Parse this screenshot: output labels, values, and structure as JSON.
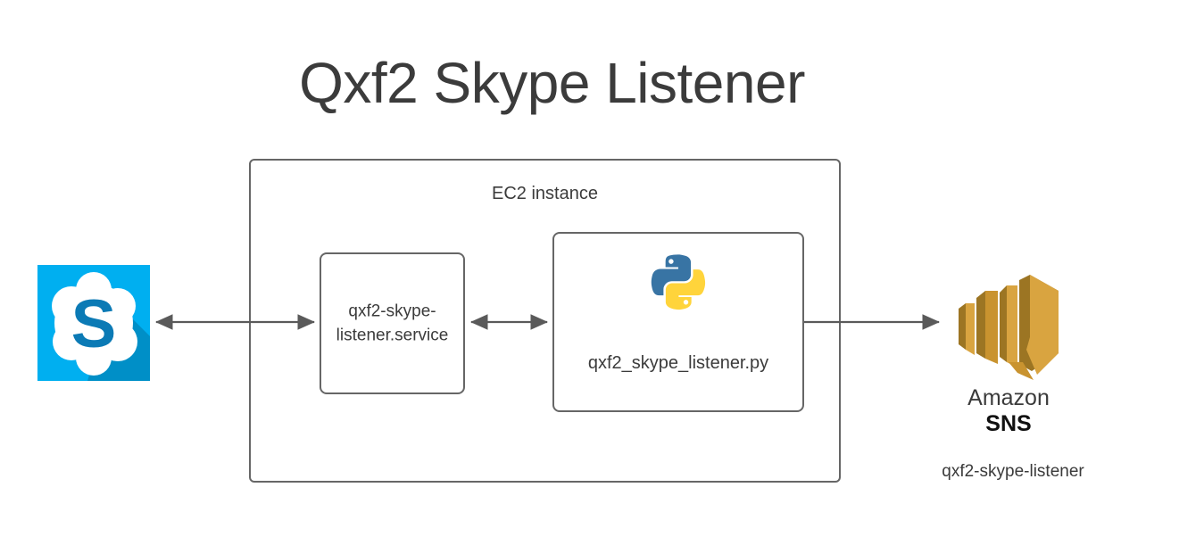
{
  "title": "Qxf2 Skype Listener",
  "container": {
    "label": "EC2 instance"
  },
  "nodes": {
    "skype": {
      "icon": "skype-icon",
      "letter": "S"
    },
    "service": {
      "line1": "qxf2-skype-",
      "line2": "listener.service"
    },
    "python": {
      "icon": "python-logo-icon",
      "label": "qxf2_skype_listener.py"
    },
    "sns": {
      "icon": "amazon-sns-icon",
      "brand": "Amazon",
      "product": "SNS",
      "topic": "qxf2-skype-listener"
    }
  },
  "edges": [
    {
      "name": "skype-to-service",
      "direction": "bidirectional"
    },
    {
      "name": "service-to-python",
      "direction": "bidirectional"
    },
    {
      "name": "python-to-sns",
      "direction": "unidirectional"
    }
  ],
  "colors": {
    "skype_blue": "#00AFF0",
    "skype_s": "#0b7ab5",
    "skype_shadow": "#0084b4",
    "python_blue": "#3874A4",
    "python_yellow": "#FFD43B",
    "sns_gold": "#D9A440",
    "sns_gold_dark": "#9C7523",
    "stroke_gray": "#666666",
    "text_gray": "#3b3b3b",
    "background": "#ffffff"
  }
}
